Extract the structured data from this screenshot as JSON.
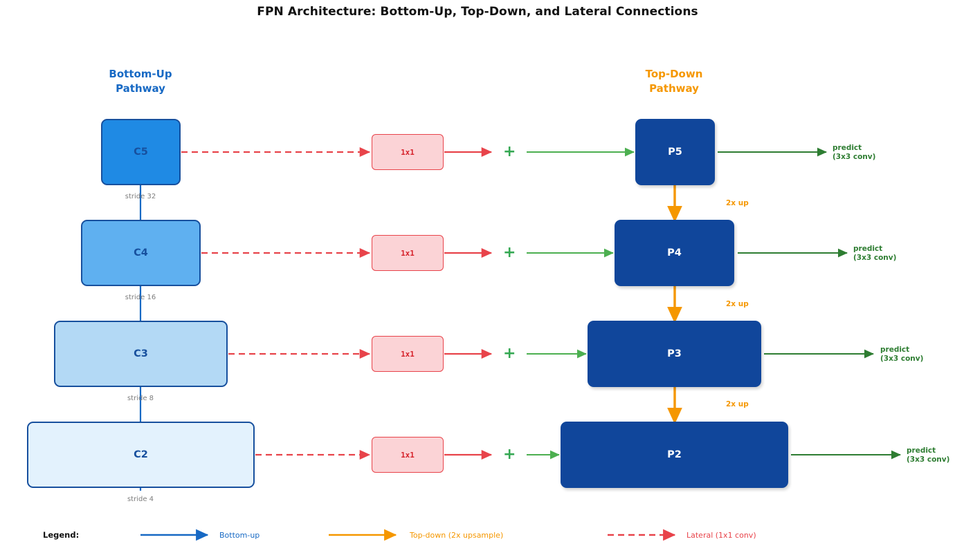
{
  "title": "FPN Architecture: Bottom-Up, Top-Down, and Lateral Connections",
  "pathways": {
    "bottom_up": "Bottom-Up\nPathway",
    "top_down": "Top-Down\nPathway"
  },
  "colors": {
    "bottom_up": "#1769c4",
    "top_down": "#f59700",
    "lateral": "#e8434a",
    "merge": "#35a853",
    "predict": "#2e7d32",
    "p_box": "#10469b",
    "c_border": "#17509e",
    "stride_text": "#7d7d7d",
    "c5_fill": "#1f8ae4",
    "c4_fill": "#5fb0f0",
    "c3_fill": "#b3d9f5",
    "c2_fill": "#e3f2fd",
    "lateral_fill": "#fbd3d6"
  },
  "levels": [
    {
      "c_label": "C5",
      "p_label": "P5",
      "lateral_label": "1x1",
      "stride_label": "stride 32",
      "predict_label": "predict\n(3x3 conv)",
      "up_label": "2x up"
    },
    {
      "c_label": "C4",
      "p_label": "P4",
      "lateral_label": "1x1",
      "stride_label": "stride 16",
      "predict_label": "predict\n(3x3 conv)",
      "up_label": "2x up"
    },
    {
      "c_label": "C3",
      "p_label": "P3",
      "lateral_label": "1x1",
      "stride_label": "stride 8",
      "predict_label": "predict\n(3x3 conv)",
      "up_label": "2x up"
    },
    {
      "c_label": "C2",
      "p_label": "P2",
      "lateral_label": "1x1",
      "stride_label": "stride 4",
      "predict_label": "predict\n(3x3 conv)",
      "up_label": ""
    }
  ],
  "merge_symbol": "+",
  "legend": {
    "title": "Legend:",
    "items": [
      {
        "label": "Bottom-up",
        "color": "#1769c4",
        "style": "solid"
      },
      {
        "label": "Top-down (2x upsample)",
        "color": "#f59700",
        "style": "solid"
      },
      {
        "label": "Lateral (1x1 conv)",
        "color": "#e8434a",
        "style": "dashed"
      }
    ]
  }
}
